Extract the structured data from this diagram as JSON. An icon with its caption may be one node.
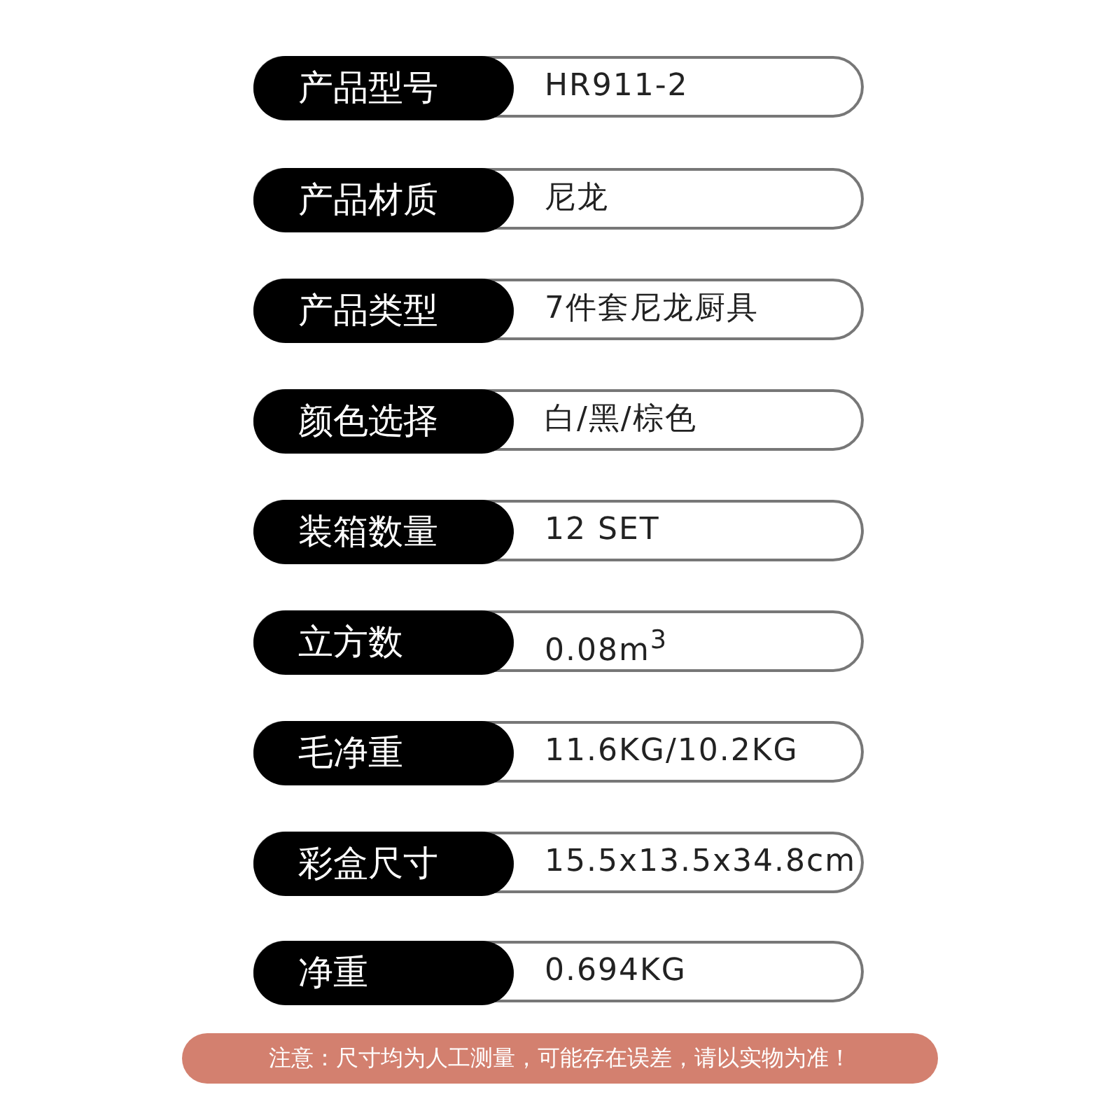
{
  "diagram": {
    "nodes": [
      {
        "text": [
          "产品型号",
          "HR911-2"
        ]
      },
      {
        "text": [
          "产品材质",
          "尼龙"
        ]
      },
      {
        "text": [
          "产品类型",
          "7件套尼龙厨具"
        ]
      },
      {
        "text": [
          "颜色选择",
          "白/黑/棕色"
        ]
      },
      {
        "text": [
          "装箱数量",
          "12 SET"
        ]
      },
      {
        "text": [
          "立方数",
          "0.08m$^{3}$"
        ]
      },
      {
        "text": [
          "毛净重",
          "11.6KG/10.2KG"
        ]
      },
      {
        "text": [
          "彩盒尺寸",
          "15.5x13.5x34.8cm"
        ]
      },
      {
        "text": [
          "净重",
          "0.694KG"
        ]
      },
      {
        "text": [
          "注意：尺寸均为人工测量，可能存在误差，请以实物为准！"
        ]
      }
    ]
  }
}
